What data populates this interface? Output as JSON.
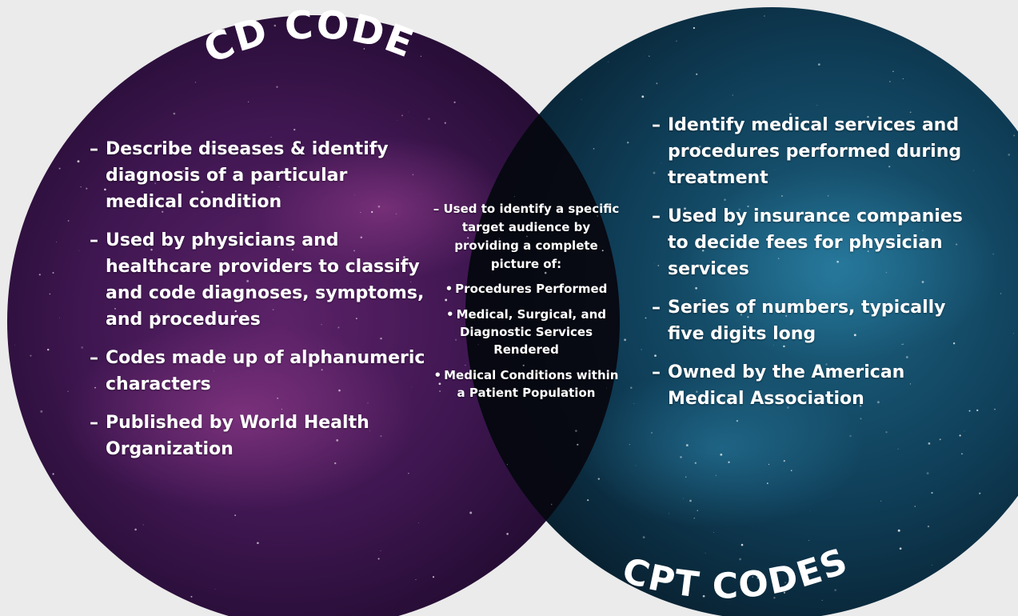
{
  "left_circle": {
    "title": "ICD CODES",
    "items": [
      "Describe diseases & identify diagnosis of a particular medical condition",
      "Used by physicians and healthcare providers to classify and code diagnoses, symptoms, and procedures",
      "Codes made up of alphanumeric characters",
      "Published by World Health Organization"
    ]
  },
  "right_circle": {
    "title": "CPT CODES",
    "items": [
      "Identify medical services and procedures performed during treatment",
      "Used by insurance companies to decide fees for physician services",
      "Series of numbers, typically five digits long",
      "Owned by the American Medical Association"
    ]
  },
  "overlap": {
    "intro": "Used to identify a specific target audience by providing a complete picture of:",
    "items": [
      "Procedures Performed",
      "Medical, Surgical, and Diagnostic Services Rendered",
      "Medical Conditions within a Patient Population"
    ]
  },
  "colors": {
    "background": "#ebebeb",
    "left_circle": "#3a1448",
    "right_circle": "#0d3648",
    "overlap": "#0a0a14",
    "text": "#ffffff"
  },
  "glyphs": {
    "dash": "–",
    "bullet": "•"
  }
}
